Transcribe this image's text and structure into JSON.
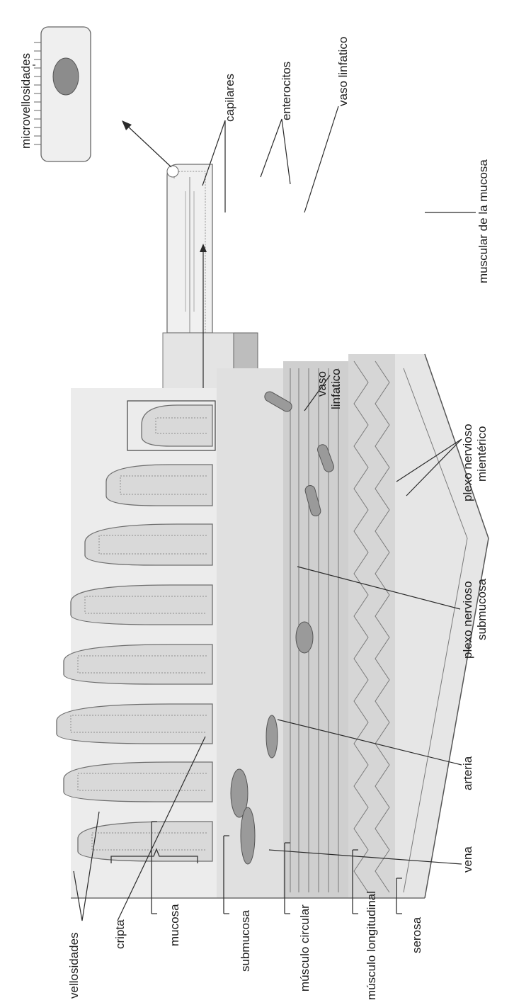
{
  "labels": {
    "microvellosidades": "microvellosidades",
    "capilares": "capilares",
    "enterocitos": "enterocitos",
    "vaso_linfatico_top": "vaso linfatico",
    "muscular_mucosa": "muscular de la mucosa",
    "vaso_linfatico_1": "vaso",
    "vaso_linfatico_2": "linfatico",
    "plexo_mienterico_1": "plexo nervioso",
    "plexo_mienterico_2": "mientérico",
    "plexo_submucosa_1": "plexo nervioso",
    "plexo_submucosa_2": "submucosa",
    "arteria": "arteria",
    "vena": "vena",
    "vellosidades": "vellosidades",
    "cripta": "cripta",
    "mucosa": "mucosa",
    "submucosa": "submucosa",
    "musculo_circular": "músculo circular",
    "musculo_longitudinal": "músculo longitudinal",
    "serosa": "serosa"
  }
}
